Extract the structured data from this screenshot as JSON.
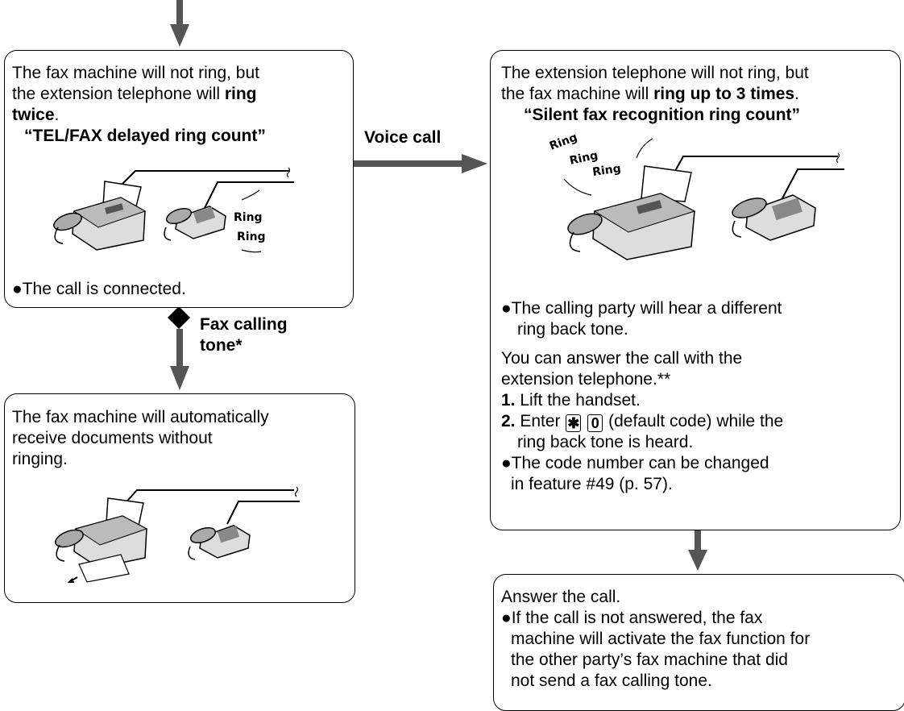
{
  "box_voice_left": {
    "line1": "The fax machine will not ring, but",
    "line2_pre": "the extension telephone will ",
    "line2_bold": "ring",
    "line3_bold": "twice",
    "line3_post": ".",
    "setting_name": "“TEL/FAX delayed ring count”",
    "ring_words": [
      "Ring",
      "Ring"
    ],
    "bullet": "The call is connected."
  },
  "arrow_voice_call": "Voice call",
  "arrow_fax_tone": {
    "line1": "Fax calling",
    "line2": "tone*"
  },
  "box_fax": {
    "line1": "The fax machine will automatically",
    "line2": "receive documents without",
    "line3": "ringing."
  },
  "box_voice_right": {
    "line1": "The extension telephone will not ring, but",
    "line2_pre": "the fax machine will ",
    "line2_bold": "ring up to 3 times",
    "line2_post": ".",
    "setting_name": "“Silent fax recognition ring count”",
    "ring_words": [
      "Ring",
      "Ring",
      "Ring"
    ],
    "bullet1_line1": "The calling party will hear a different",
    "bullet1_line2": "ring back tone.",
    "answer_line1": "You can answer the call with the",
    "answer_line2": "extension telephone.**",
    "step1_num": "1.",
    "step1_text": "Lift the handset.",
    "step2_num": "2.",
    "step2_pre": "Enter",
    "step2_key1": "✱",
    "step2_key2": "0",
    "step2_post": "(default code) while the",
    "step2_line2": "ring back tone is heard.",
    "bullet2_line1": "The code number can be changed",
    "bullet2_line2": "in feature #49 (p. 57)."
  },
  "box_answer": {
    "line1": "Answer the call.",
    "bullet_line1": "If the call is not answered, the fax",
    "bullet_line2": "machine will activate the fax function for",
    "bullet_line3": "the other party’s fax machine that did",
    "bullet_line4": "not send a fax calling tone."
  }
}
